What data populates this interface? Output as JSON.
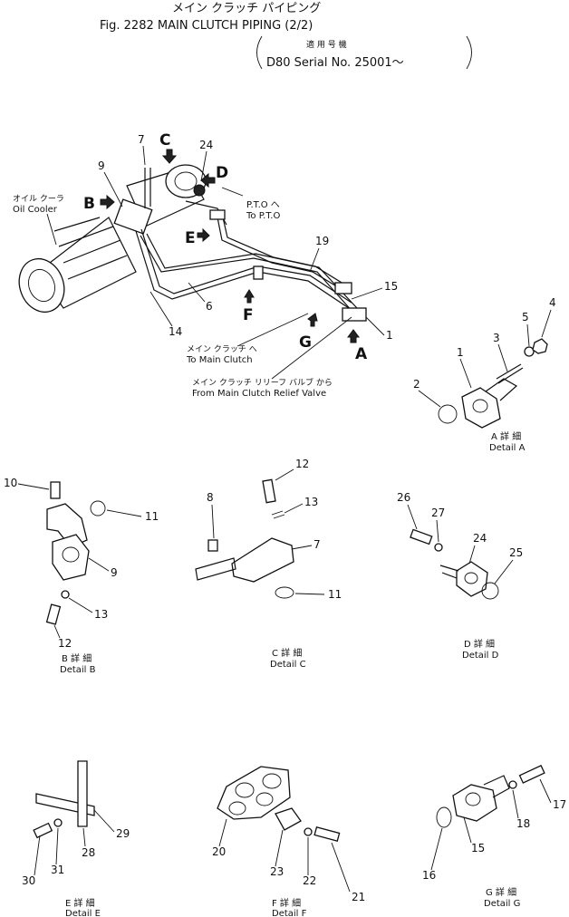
{
  "header": {
    "title_jp": "メイン クラッチ パイピング",
    "title_en": "Fig. 2282 MAIN CLUTCH PIPING (2/2)",
    "applicable_jp": "適 用 号 機",
    "applicable": "D80 Serial No. 25001～"
  },
  "main_view": {
    "oil_cooler_jp": "オイル クーラ",
    "oil_cooler_en": "Oil Cooler",
    "pto_jp": "P.T.O へ",
    "pto_en": "To P.T.O",
    "main_clutch_jp": "メイン クラッチ へ",
    "main_clutch_en": "To Main Clutch",
    "relief_jp": "メイン クラッチ リリーフ バルブ から",
    "relief_en": "From Main Clutch Relief Valve",
    "detail_letters": [
      "A",
      "B",
      "C",
      "D",
      "E",
      "F",
      "G"
    ],
    "part_numbers": [
      "7",
      "24",
      "9",
      "19",
      "15",
      "6",
      "14",
      "1"
    ]
  },
  "details": {
    "A": {
      "caption_jp": "A 詳 細",
      "caption_en": "Detail A",
      "parts": [
        "1",
        "2",
        "3",
        "4",
        "5"
      ]
    },
    "B": {
      "caption_jp": "B 詳 細",
      "caption_en": "Detail B",
      "parts": [
        "10",
        "11",
        "9",
        "13",
        "12"
      ]
    },
    "C": {
      "caption_jp": "C 詳 細",
      "caption_en": "Detail C",
      "parts": [
        "12",
        "13",
        "8",
        "7",
        "11"
      ]
    },
    "D": {
      "caption_jp": "D 詳 細",
      "caption_en": "Detail D",
      "parts": [
        "26",
        "27",
        "24",
        "25"
      ]
    },
    "E": {
      "caption_jp": "E 詳 細",
      "caption_en": "Detail E",
      "parts": [
        "29",
        "28",
        "30",
        "31"
      ]
    },
    "F": {
      "caption_jp": "F 詳 細",
      "caption_en": "Detail F",
      "parts": [
        "20",
        "23",
        "22",
        "21"
      ]
    },
    "G": {
      "caption_jp": "G 詳 細",
      "caption_en": "Detail G",
      "parts": [
        "17",
        "18",
        "15",
        "16"
      ]
    }
  }
}
